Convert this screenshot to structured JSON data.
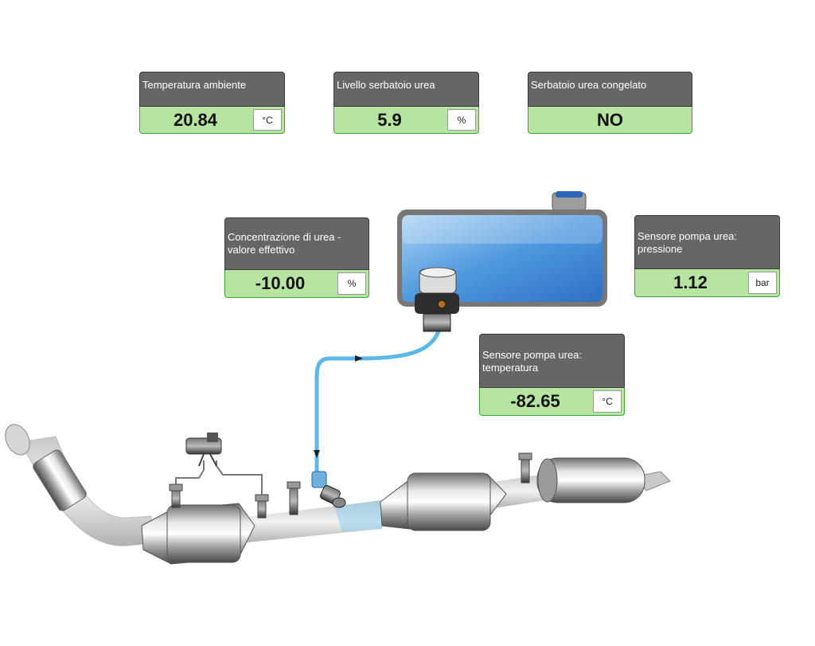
{
  "panels": {
    "ambient_temperature": {
      "label": "Temperatura ambiente",
      "value": "20.84",
      "unit": "°C"
    },
    "urea_tank_level": {
      "label": "Livello serbatoio urea",
      "value": "5.9",
      "unit": "%"
    },
    "urea_tank_frozen": {
      "label": "Serbatoio urea congelato",
      "value": "NO"
    },
    "urea_concentration": {
      "label": "Concentrazione di urea - valore  effettivo",
      "value": "-10.00",
      "unit": "%"
    },
    "pump_pressure": {
      "label": "Sensore pompa urea: pressione",
      "value": "1.12",
      "unit": "bar"
    },
    "pump_temperature": {
      "label": "Sensore pompa urea: temperatura",
      "value": "-82.65",
      "unit": "°C"
    }
  },
  "colors": {
    "header_bg": "#666666",
    "value_bg": "#b7e4a1",
    "value_border": "#3aa63a",
    "tank_blue": "#3f86d6",
    "urea_line": "#5cb8e8"
  },
  "icons": [
    "urea-tank-icon",
    "urea-pump-icon",
    "urea-line-icon",
    "dosing-injector-icon",
    "exhaust-pipe-icon",
    "catalyst-icon",
    "lambda-sensor-icon",
    "differential-pressure-sensor-icon",
    "silencer-icon"
  ]
}
